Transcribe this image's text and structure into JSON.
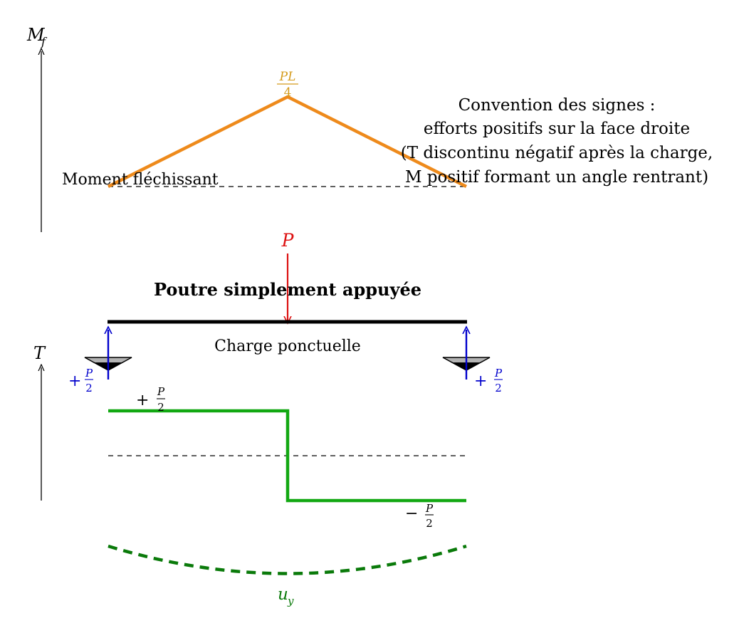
{
  "title": "Poutre simplement appuyée",
  "load": {
    "symbol": "P",
    "label": "Charge ponctuelle"
  },
  "supports": {
    "left_reaction": "+P/2",
    "right_reaction": "+P/2"
  },
  "moment_diagram": {
    "axis_label": "M_f",
    "curve_label": "Moment fléchissant",
    "peak_label": "PL/4",
    "peak_numerator": "PL",
    "peak_denominator": "4"
  },
  "shear_diagram": {
    "axis_label": "T",
    "positive_label": "+P/2",
    "negative_label": "−P/2"
  },
  "deflection": {
    "label": "u_y"
  },
  "convention": {
    "line1": "Convention des signes :",
    "line2": "efforts positifs sur la face droite",
    "line3": "(T discontinu négatif après la charge,",
    "line4": "M positif formant un angle rentrant)"
  },
  "colors": {
    "moment": "#ee8a1b",
    "moment_label": "#d49a1a",
    "shear": "#12a812",
    "deflection": "#0a7a0a",
    "load": "#dd1111",
    "reaction": "#0000cc",
    "beam": "#000000"
  }
}
